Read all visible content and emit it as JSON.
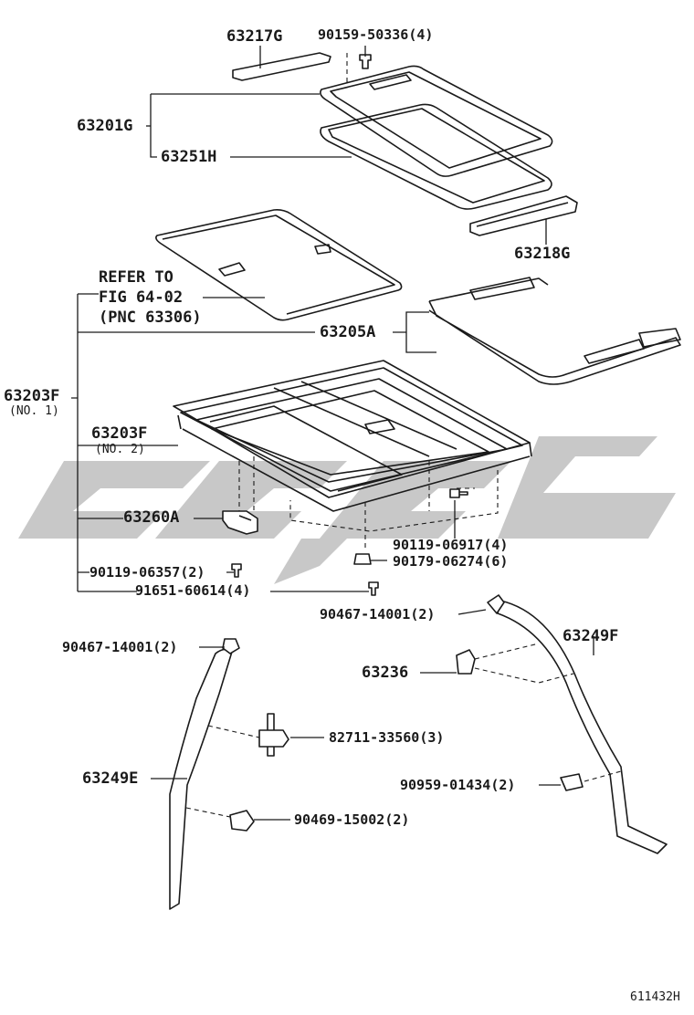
{
  "labels": {
    "p63217g": "63217G",
    "p90159": "90159-50336(4)",
    "p63201g": "63201G",
    "p63251h": "63251H",
    "p63218g": "63218G",
    "refer1": "REFER TO",
    "refer2": "FIG 64-02",
    "refer3": "(PNC 63306)",
    "p63205a": "63205A",
    "p63203f_1": "63203F",
    "no1": "(NO. 1)",
    "p63203f_2": "63203F",
    "no2": "(NO. 2)",
    "p63260a": "63260A",
    "p90119_06917": "90119-06917(4)",
    "p90179": "90179-06274(6)",
    "p90119_06357": "90119-06357(2)",
    "p91651": "91651-60614(4)",
    "p90467_r": "90467-14001(2)",
    "p90467_l": "90467-14001(2)",
    "p63249f": "63249F",
    "p63236": "63236",
    "p82711": "82711-33560(3)",
    "p63249e": "63249E",
    "p90959": "90959-01434(2)",
    "p90469": "90469-15002(2)",
    "figure_code": "611432H"
  },
  "colors": {
    "line": "#1a1a1a",
    "watermark": "#9a9a9a",
    "background": "#ffffff"
  }
}
